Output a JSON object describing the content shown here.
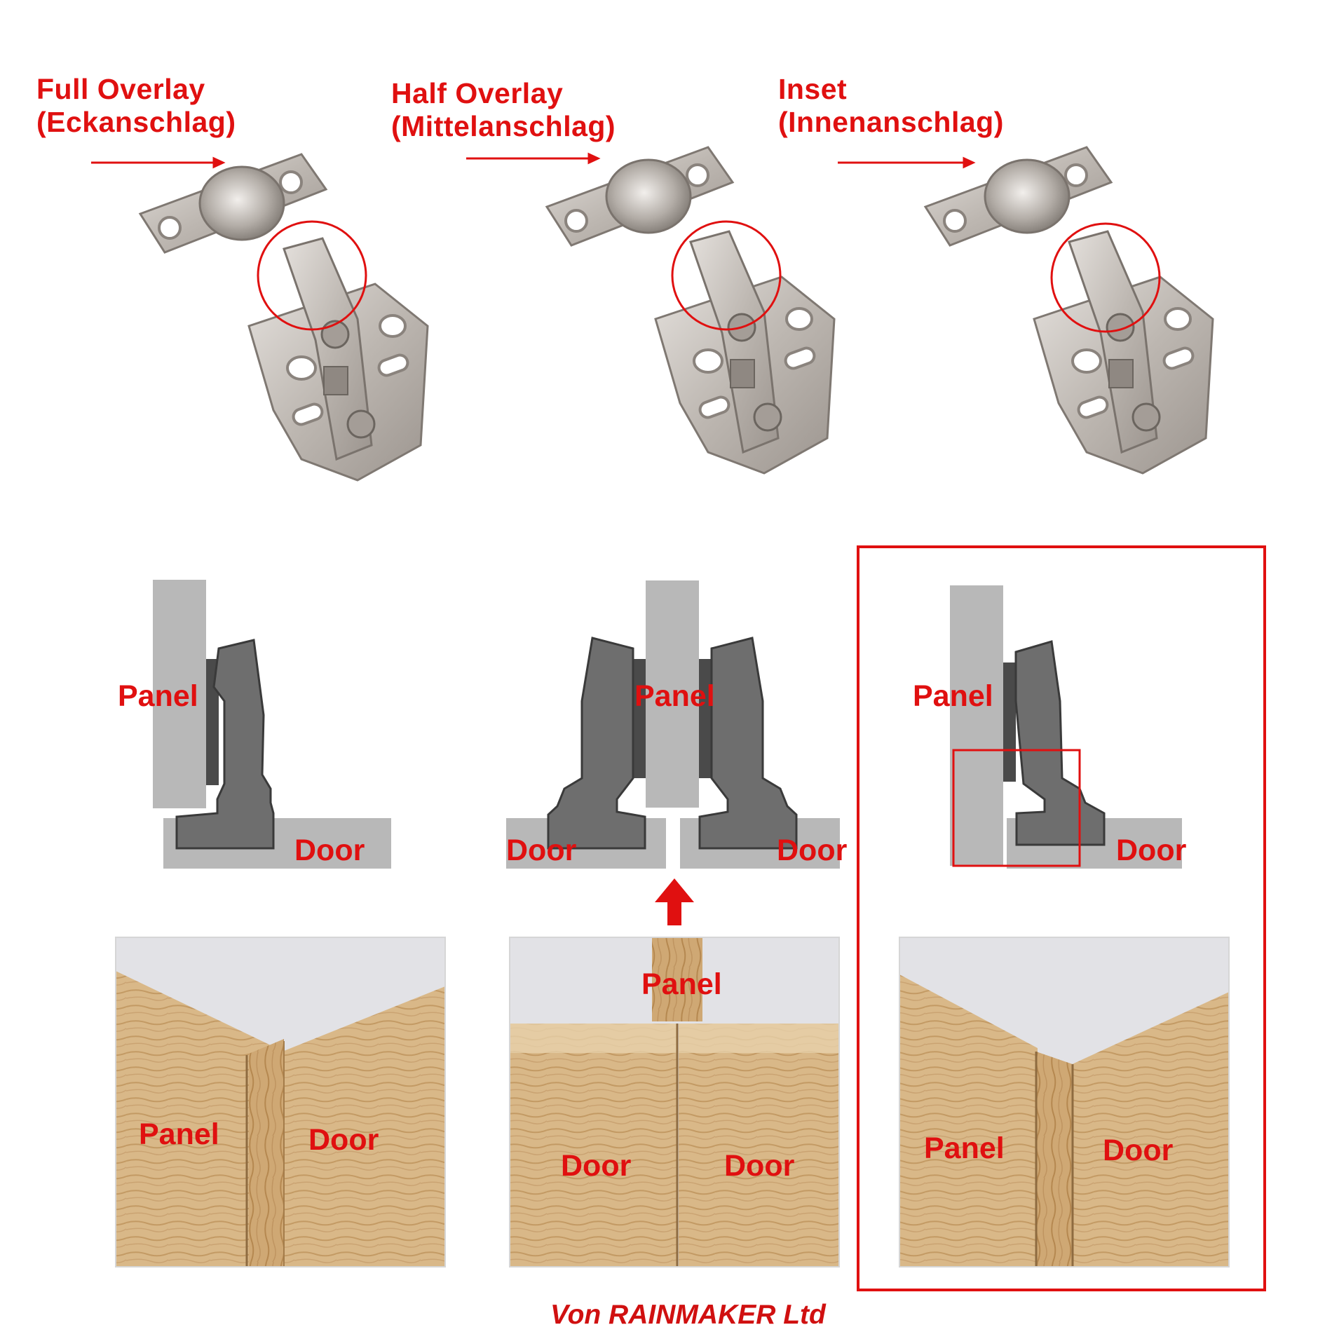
{
  "colors": {
    "accent_red": "#e01010",
    "panel_gray": "#b8b8b8",
    "hinge_gray": "#6e6e6e",
    "hinge_dark": "#4a4a4a",
    "metal": "#c7c2bd",
    "wood": "#d7b585",
    "wall": "#e2e2e6"
  },
  "hinge_types": [
    {
      "title": "Full Overlay",
      "subtitle": "(Eckanschlag)",
      "hinge_icon": "cabinet-hinge-icon"
    },
    {
      "title": "Half Overlay",
      "subtitle": "(Mittelanschlag)",
      "hinge_icon": "cabinet-hinge-icon"
    },
    {
      "title": "Inset",
      "subtitle": "(Innenanschlag)",
      "hinge_icon": "cabinet-hinge-icon"
    }
  ],
  "diagrams": [
    {
      "labels": [
        "Panel",
        "Door"
      ]
    },
    {
      "labels": [
        "Panel",
        "Door",
        "Door"
      ]
    },
    {
      "labels": [
        "Panel",
        "Door"
      ]
    }
  ],
  "photos": [
    {
      "labels": [
        "Panel",
        "Door"
      ]
    },
    {
      "labels": [
        "Panel",
        "Door",
        "Door"
      ]
    },
    {
      "labels": [
        "Panel",
        "Door"
      ]
    }
  ],
  "footer": {
    "credit": "Von RAINMAKER Ltd"
  }
}
